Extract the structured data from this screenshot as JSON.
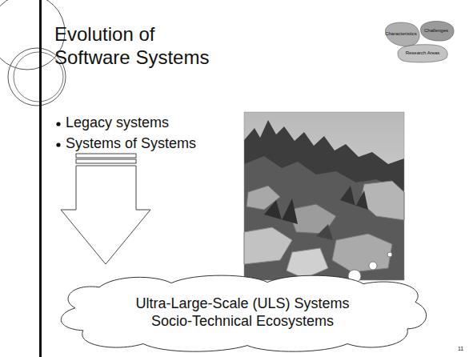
{
  "diagram": {
    "title": "Evolution of Software Systems",
    "nodes": [
      {
        "text": [
          "Characteristics"
        ]
      },
      {
        "text": [
          "Challenges"
        ]
      },
      {
        "text": [
          "Research Areas"
        ]
      },
      {
        "text": [
          "Ultra-Large-Scale (ULS) Systems",
          "Socio-Technical Ecosystems"
        ]
      }
    ],
    "labels": [
      "Legacy systems",
      "Systems of Systems",
      "11"
    ]
  }
}
